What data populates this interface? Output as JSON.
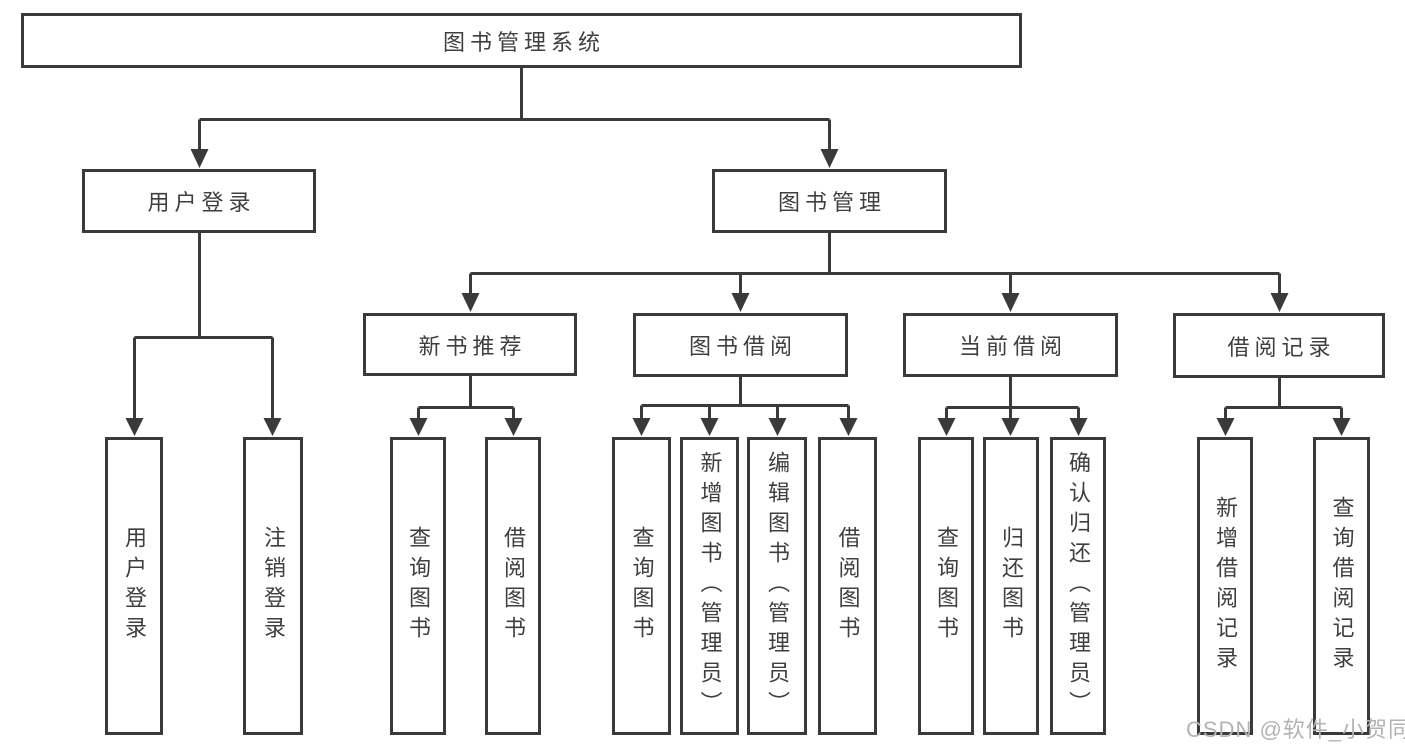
{
  "tree": {
    "label": "图书管理系统",
    "children": [
      {
        "label": "用户登录",
        "children": [
          {
            "label": "用户登录"
          },
          {
            "label": "注销登录"
          }
        ]
      },
      {
        "label": "图书管理",
        "children": [
          {
            "label": "新书推荐",
            "children": [
              {
                "label": "查询图书"
              },
              {
                "label": "借阅图书"
              }
            ]
          },
          {
            "label": "图书借阅",
            "children": [
              {
                "label": "查询图书"
              },
              {
                "label": "新增图书（管理员）"
              },
              {
                "label": "编辑图书（管理员）"
              },
              {
                "label": "借阅图书"
              }
            ]
          },
          {
            "label": "当前借阅",
            "children": [
              {
                "label": "查询图书"
              },
              {
                "label": "归还图书"
              },
              {
                "label": "确认归还（管理员）"
              }
            ]
          },
          {
            "label": "借阅记录",
            "children": [
              {
                "label": "新增借阅记录"
              },
              {
                "label": "查询借阅记录"
              }
            ]
          }
        ]
      }
    ]
  },
  "watermark": {
    "text": "CSDN @软件_小贺同学",
    "color": "#b3b3b3"
  },
  "colors": {
    "line": "#3a3a3a",
    "box_border": "#3a3a3a",
    "box_fill": "#ffffff",
    "text": "#3f3f3f",
    "background": "#ffffff"
  }
}
